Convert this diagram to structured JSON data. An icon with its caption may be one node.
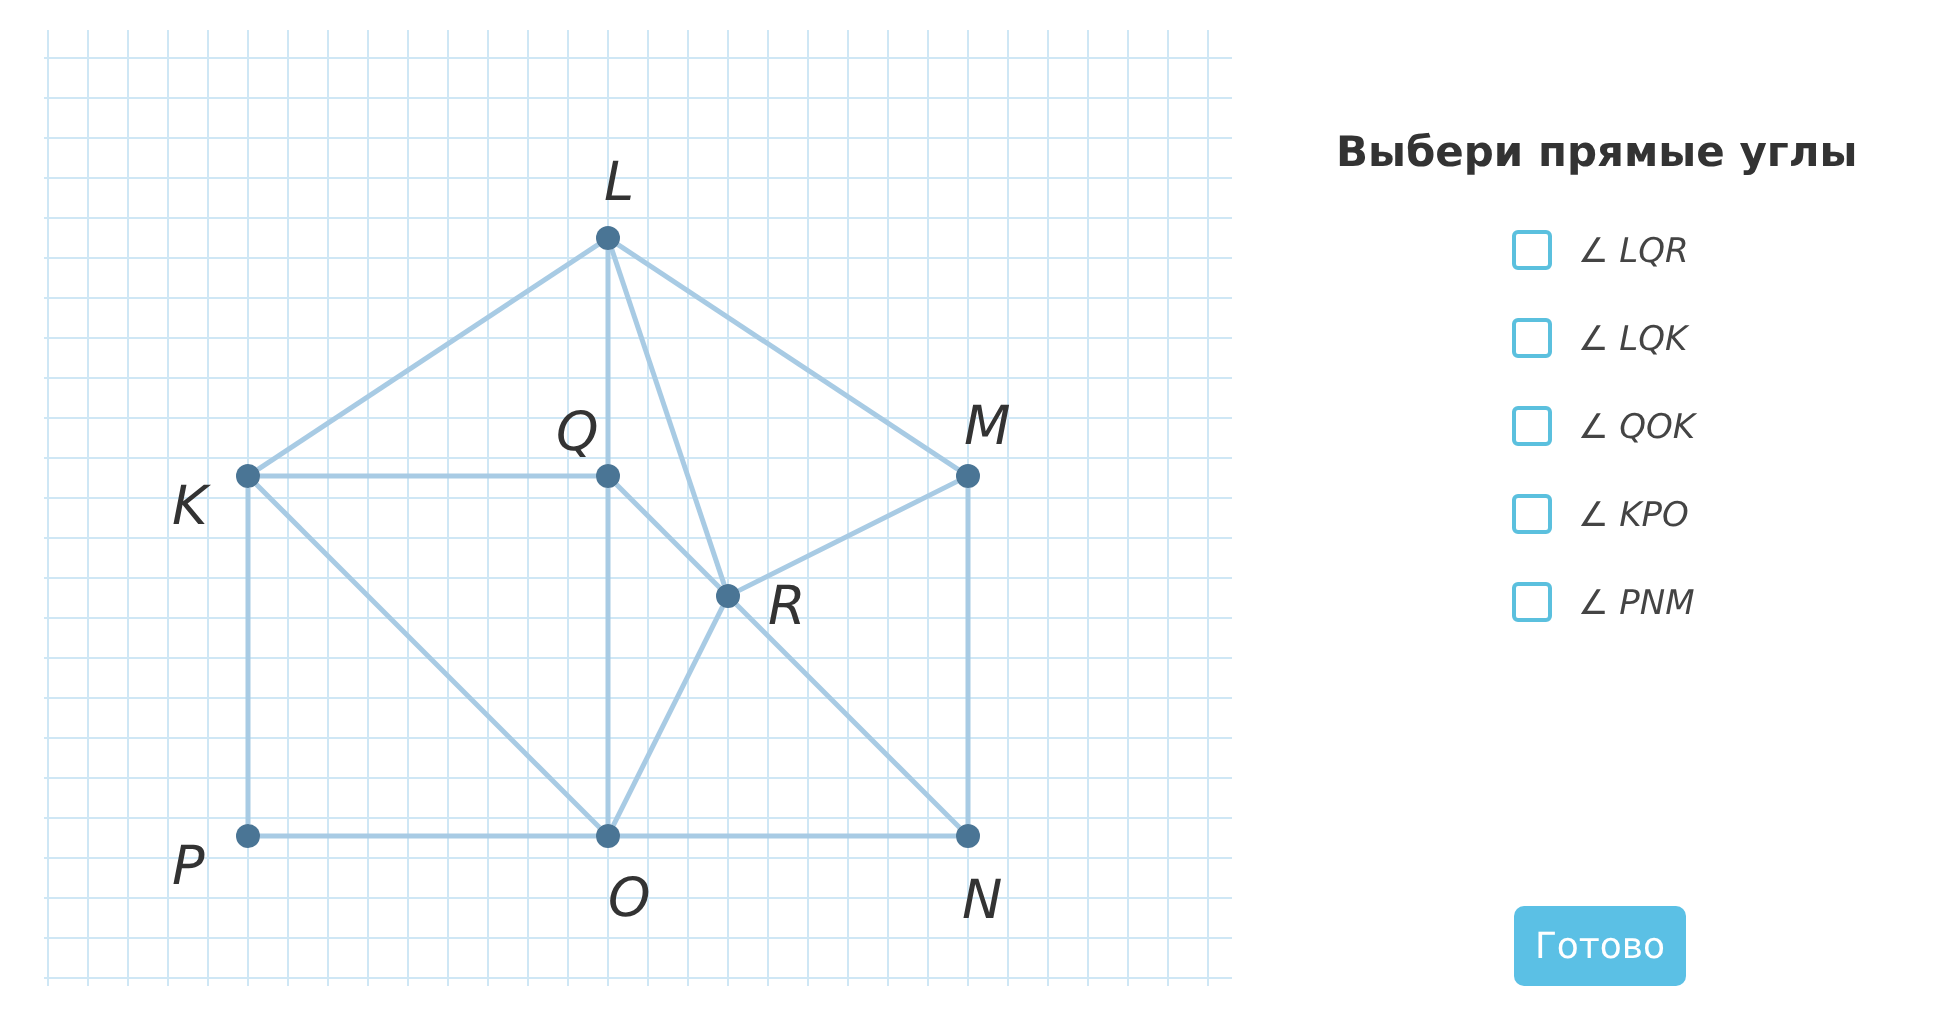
{
  "diagram": {
    "title": "Выбери прямые углы",
    "nodes": [
      {
        "text": [],
        "shape": "circle",
        "beside": [
          "L"
        ]
      },
      {
        "text": [],
        "shape": "circle",
        "beside": [
          "Q"
        ]
      },
      {
        "text": [],
        "shape": "circle",
        "beside": [
          "K"
        ]
      },
      {
        "text": [],
        "shape": "circle",
        "beside": [
          "M"
        ]
      },
      {
        "text": [],
        "shape": "circle",
        "beside": [
          "R"
        ]
      },
      {
        "text": [],
        "shape": "circle",
        "beside": [
          "P"
        ]
      },
      {
        "text": [],
        "shape": "circle",
        "beside": [
          "O"
        ]
      },
      {
        "text": [],
        "shape": "circle",
        "beside": [
          "N"
        ]
      }
    ],
    "edges": [
      {
        "from": 0,
        "to": 2,
        "arrow": "none"
      },
      {
        "from": 0,
        "to": 1,
        "arrow": "none"
      },
      {
        "from": 0,
        "to": 4,
        "arrow": "none"
      },
      {
        "from": 0,
        "to": 3,
        "arrow": "none"
      },
      {
        "from": 2,
        "to": 1,
        "arrow": "none"
      },
      {
        "from": 2,
        "to": 5,
        "arrow": "none"
      },
      {
        "from": 2,
        "to": 6,
        "arrow": "none"
      },
      {
        "from": 1,
        "to": 6,
        "arrow": "none"
      },
      {
        "from": 1,
        "to": 4,
        "arrow": "none"
      },
      {
        "from": 3,
        "to": 4,
        "arrow": "none"
      },
      {
        "from": 3,
        "to": 7,
        "arrow": "none"
      },
      {
        "from": 4,
        "to": 6,
        "arrow": "none"
      },
      {
        "from": 4,
        "to": 7,
        "arrow": "none"
      },
      {
        "from": 5,
        "to": 6,
        "arrow": "none"
      },
      {
        "from": 6,
        "to": 7,
        "arrow": "none"
      }
    ],
    "labels": [
      "∠ LQR",
      "∠ LQK",
      "∠ QOK",
      "∠ KPO",
      "∠ PNM",
      "Готово"
    ]
  }
}
